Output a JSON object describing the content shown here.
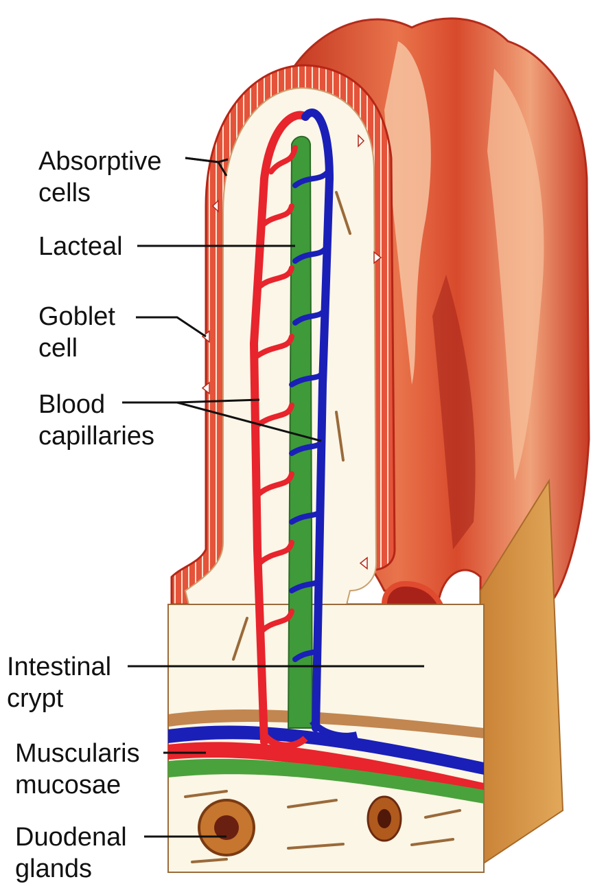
{
  "labels": {
    "absorptive_cells": {
      "line1": "Absorptive",
      "line2": "cells"
    },
    "lacteal": {
      "line1": "Lacteal"
    },
    "goblet_cell": {
      "line1": "Goblet",
      "line2": "cell"
    },
    "blood_capillaries": {
      "line1": "Blood",
      "line2": "capillaries"
    },
    "intestinal_crypt": {
      "line1": "Intestinal",
      "line2": "crypt"
    },
    "muscularis_mucosae": {
      "line1": "Muscularis",
      "line2": "mucosae"
    },
    "duodenal_glands": {
      "line1": "Duodenal",
      "line2": "glands"
    }
  },
  "colors": {
    "epithelium": "#e0462a",
    "villus_body": "#d8452b",
    "highlight": "#f4c2a0",
    "lamina": "#fbf6e8",
    "artery": "#e8242c",
    "vein": "#1a1fb8",
    "lacteal": "#3f9a3a",
    "tan_block": "#d79a4a"
  }
}
